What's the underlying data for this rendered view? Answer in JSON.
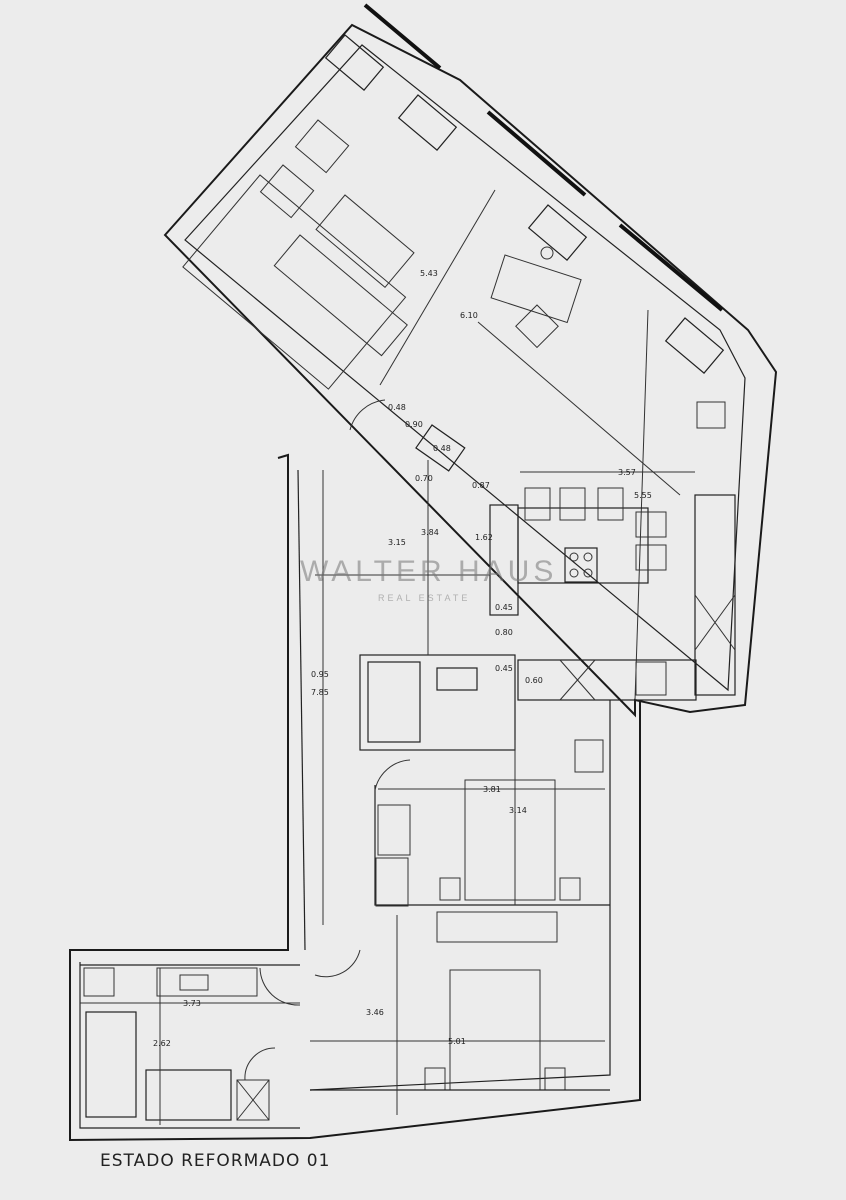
{
  "title": "ESTADO REFORMADO 01",
  "watermark": {
    "brand": "WALTER HAUS",
    "tagline": "REAL ESTATE"
  },
  "dimensions": {
    "living_diag": "5.43",
    "living_long": "6.10",
    "door_a": "0.48",
    "door_b": "0.90",
    "column": "0.48",
    "col_gap": "0.70",
    "col_to_island": "0.87",
    "kitchen_width": "3.57",
    "kitchen_depth": "5.55",
    "hall_height": "3.84",
    "hall_width": "3.15",
    "island_length": "1.62",
    "island_width": "0.45",
    "aisle": "0.80",
    "counter_gap": "0.45",
    "counter_depth": "0.60",
    "corridor_width": "0.95",
    "corridor_length": "7.85",
    "bed2_width": "3.81",
    "bed2_depth": "3.14",
    "bath_width": "3.73",
    "bath_depth": "2.62",
    "bed1_depth": "3.46",
    "bed1_width": "5.01"
  }
}
